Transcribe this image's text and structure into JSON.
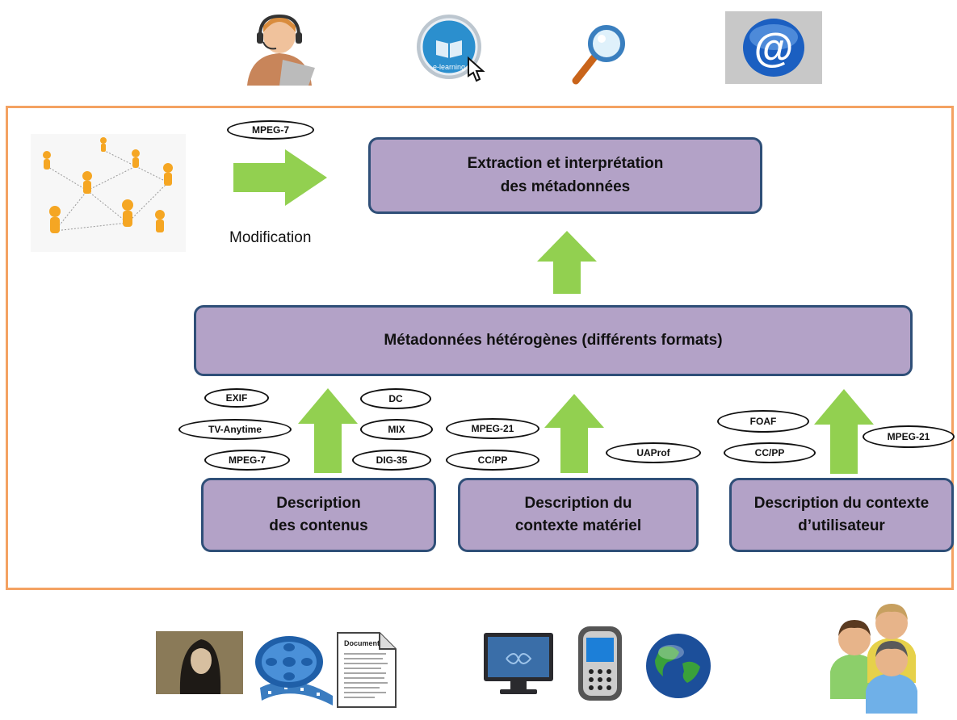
{
  "colors": {
    "box_fill": "#b3a2c7",
    "box_border": "#2f4f78",
    "frame_border": "#f4a262",
    "arrow": "#92d050"
  },
  "boxes": {
    "extraction": "Extraction et interprétation\ndes métadonnées",
    "heterogeneous": "Métadonnées hétérogènes (différents formats)",
    "content": "Description\ndes contenus",
    "hardware": "Description du\ncontexte matériel",
    "user": "Description du contexte\nd’utilisateur"
  },
  "modification_label": "Modification",
  "tags": {
    "top": "MPEG-7",
    "content": [
      "EXIF",
      "TV-Anytime",
      "MPEG-7",
      "DC",
      "MIX",
      "DIG-35"
    ],
    "hardware": [
      "MPEG-21",
      "CC/PP",
      "UAProf"
    ],
    "user": [
      "FOAF",
      "CC/PP",
      "MPEG-21"
    ]
  },
  "icons": {
    "top_row": [
      "headset-user-laptop-icon",
      "e-learning-icon",
      "magnifier-icon",
      "email-at-icon"
    ],
    "left": "social-network-icon",
    "bottom_content": [
      "painting-portrait-icon",
      "film-reel-icon",
      "document-icon"
    ],
    "bottom_hardware": [
      "television-icon",
      "mobile-phone-icon",
      "globe-icon"
    ],
    "bottom_user": "users-group-icon"
  },
  "document_icon_text": "Document"
}
